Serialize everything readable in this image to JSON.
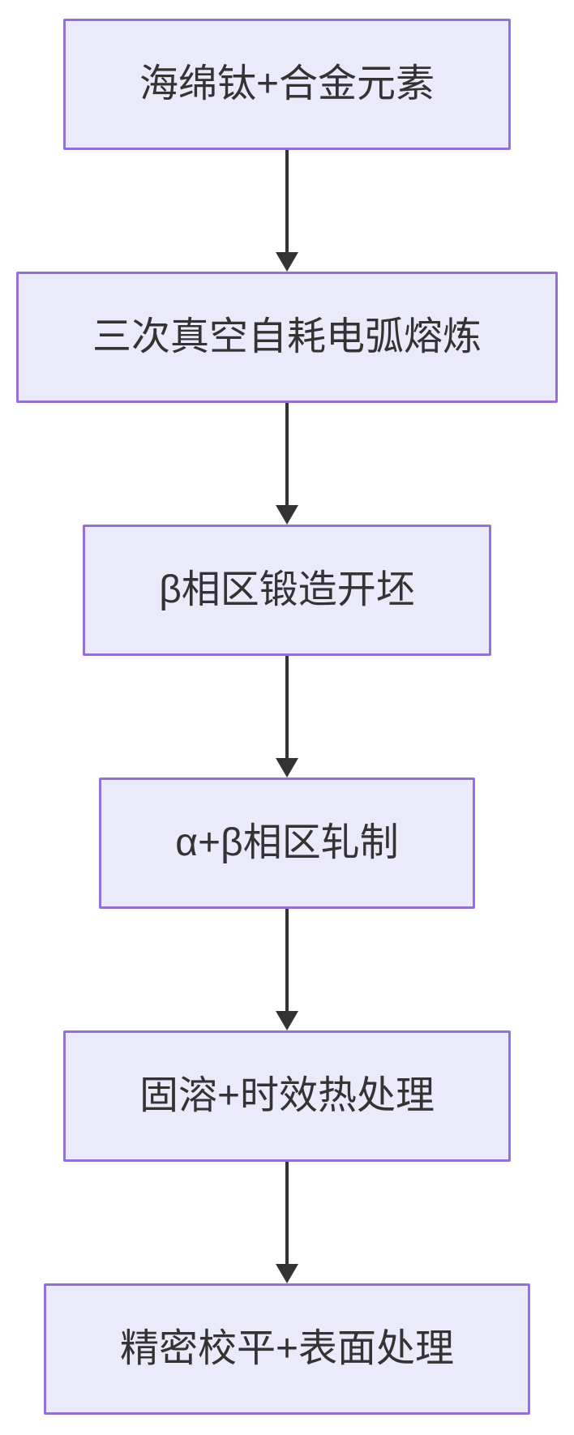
{
  "diagram": {
    "type": "flowchart",
    "direction": "top-down",
    "nodes": [
      {
        "id": "step-1",
        "label": "海绵钛+合金元素"
      },
      {
        "id": "step-2",
        "label": "三次真空自耗电弧熔炼"
      },
      {
        "id": "step-3",
        "label": "β相区锻造开坯"
      },
      {
        "id": "step-4",
        "label": "α+β相区轧制"
      },
      {
        "id": "step-5",
        "label": "固溶+时效热处理"
      },
      {
        "id": "step-6",
        "label": "精密校平+表面处理"
      }
    ],
    "edges": [
      {
        "from": "step-1",
        "to": "step-2"
      },
      {
        "from": "step-2",
        "to": "step-3"
      },
      {
        "from": "step-3",
        "to": "step-4"
      },
      {
        "from": "step-4",
        "to": "step-5"
      },
      {
        "from": "step-5",
        "to": "step-6"
      }
    ],
    "colors": {
      "node_fill": "#EAEAFB",
      "node_border": "#9370DB",
      "arrow": "#333333",
      "text": "#333333",
      "background": "#FFFFFF"
    }
  }
}
